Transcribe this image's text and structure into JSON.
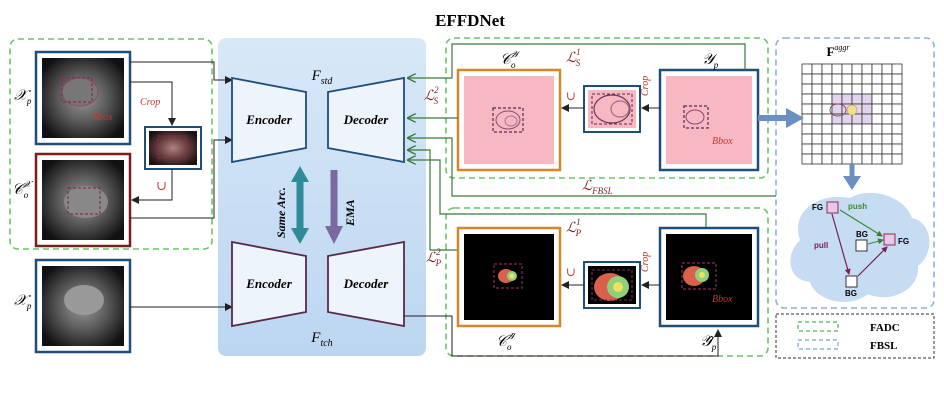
{
  "title": "EFFDNet",
  "student": {
    "name_main": "F",
    "name_sub": "std",
    "encoder_label": "Encoder",
    "decoder_label": "Decoder"
  },
  "teacher": {
    "name_main": "F",
    "name_sub": "tch",
    "encoder_label": "Encoder",
    "decoder_label": "Decoder"
  },
  "between": {
    "same_arc": "Same Arc.",
    "ema": "EMA"
  },
  "left": {
    "xp_top": "𝒳",
    "xp_top_sub": "p",
    "co_x": "𝒞",
    "co_x_sub": "o",
    "co_x_sup": "𝒳",
    "xp_bottom": "𝒳",
    "xp_bottom_sub": "p",
    "crop": "Crop",
    "bbox": "Bbox",
    "union": "∪"
  },
  "top_branch": {
    "co_y": "𝒞",
    "co_y_sub": "o",
    "co_y_sup": "𝒴",
    "y_p": "𝒴",
    "y_p_sub": "p",
    "ls1": "ℒ",
    "ls1_sub": "S",
    "ls1_sup": "1",
    "ls2": "ℒ",
    "ls2_sub": "S",
    "ls2_sup": "2",
    "crop": "Crop",
    "bbox": "Bbox",
    "union": "∪",
    "lfbsl": "ℒ",
    "lfbsl_sub": "FBSL"
  },
  "bottom_branch": {
    "co_yhat": "𝒞",
    "co_yhat_sub": "o",
    "co_yhat_sup": "𝒴̂",
    "yhat_p": "𝒴̂",
    "yhat_p_sub": "p",
    "lp1": "ℒ",
    "lp1_sub": "P",
    "lp1_sup": "1",
    "lp2": "ℒ",
    "lp2_sub": "P",
    "lp2_sup": "2",
    "crop": "Crop",
    "bbox": "Bbox",
    "union": "∪"
  },
  "aggr": {
    "label": "F",
    "sup": "aggr"
  },
  "graph": {
    "fg": "FG",
    "bg": "BG",
    "push": "push",
    "pull": "pull"
  },
  "legend": {
    "fadc": "FADC",
    "fbsl": "FBSL"
  },
  "colors": {
    "green_dash": "#6cc36c",
    "blue_dash": "#8fb0d8",
    "navy": "#1f4e79",
    "dark_red": "#7a1f1f",
    "orange": "#d4862a",
    "pink": "#f7b8c4",
    "network_bg": "#cfe2f5",
    "encoder_fill": "#eef4fb",
    "loss_red": "#c0392b",
    "arrow_teal": "#2f8a8a",
    "arrow_purple": "#7a6aa0"
  }
}
